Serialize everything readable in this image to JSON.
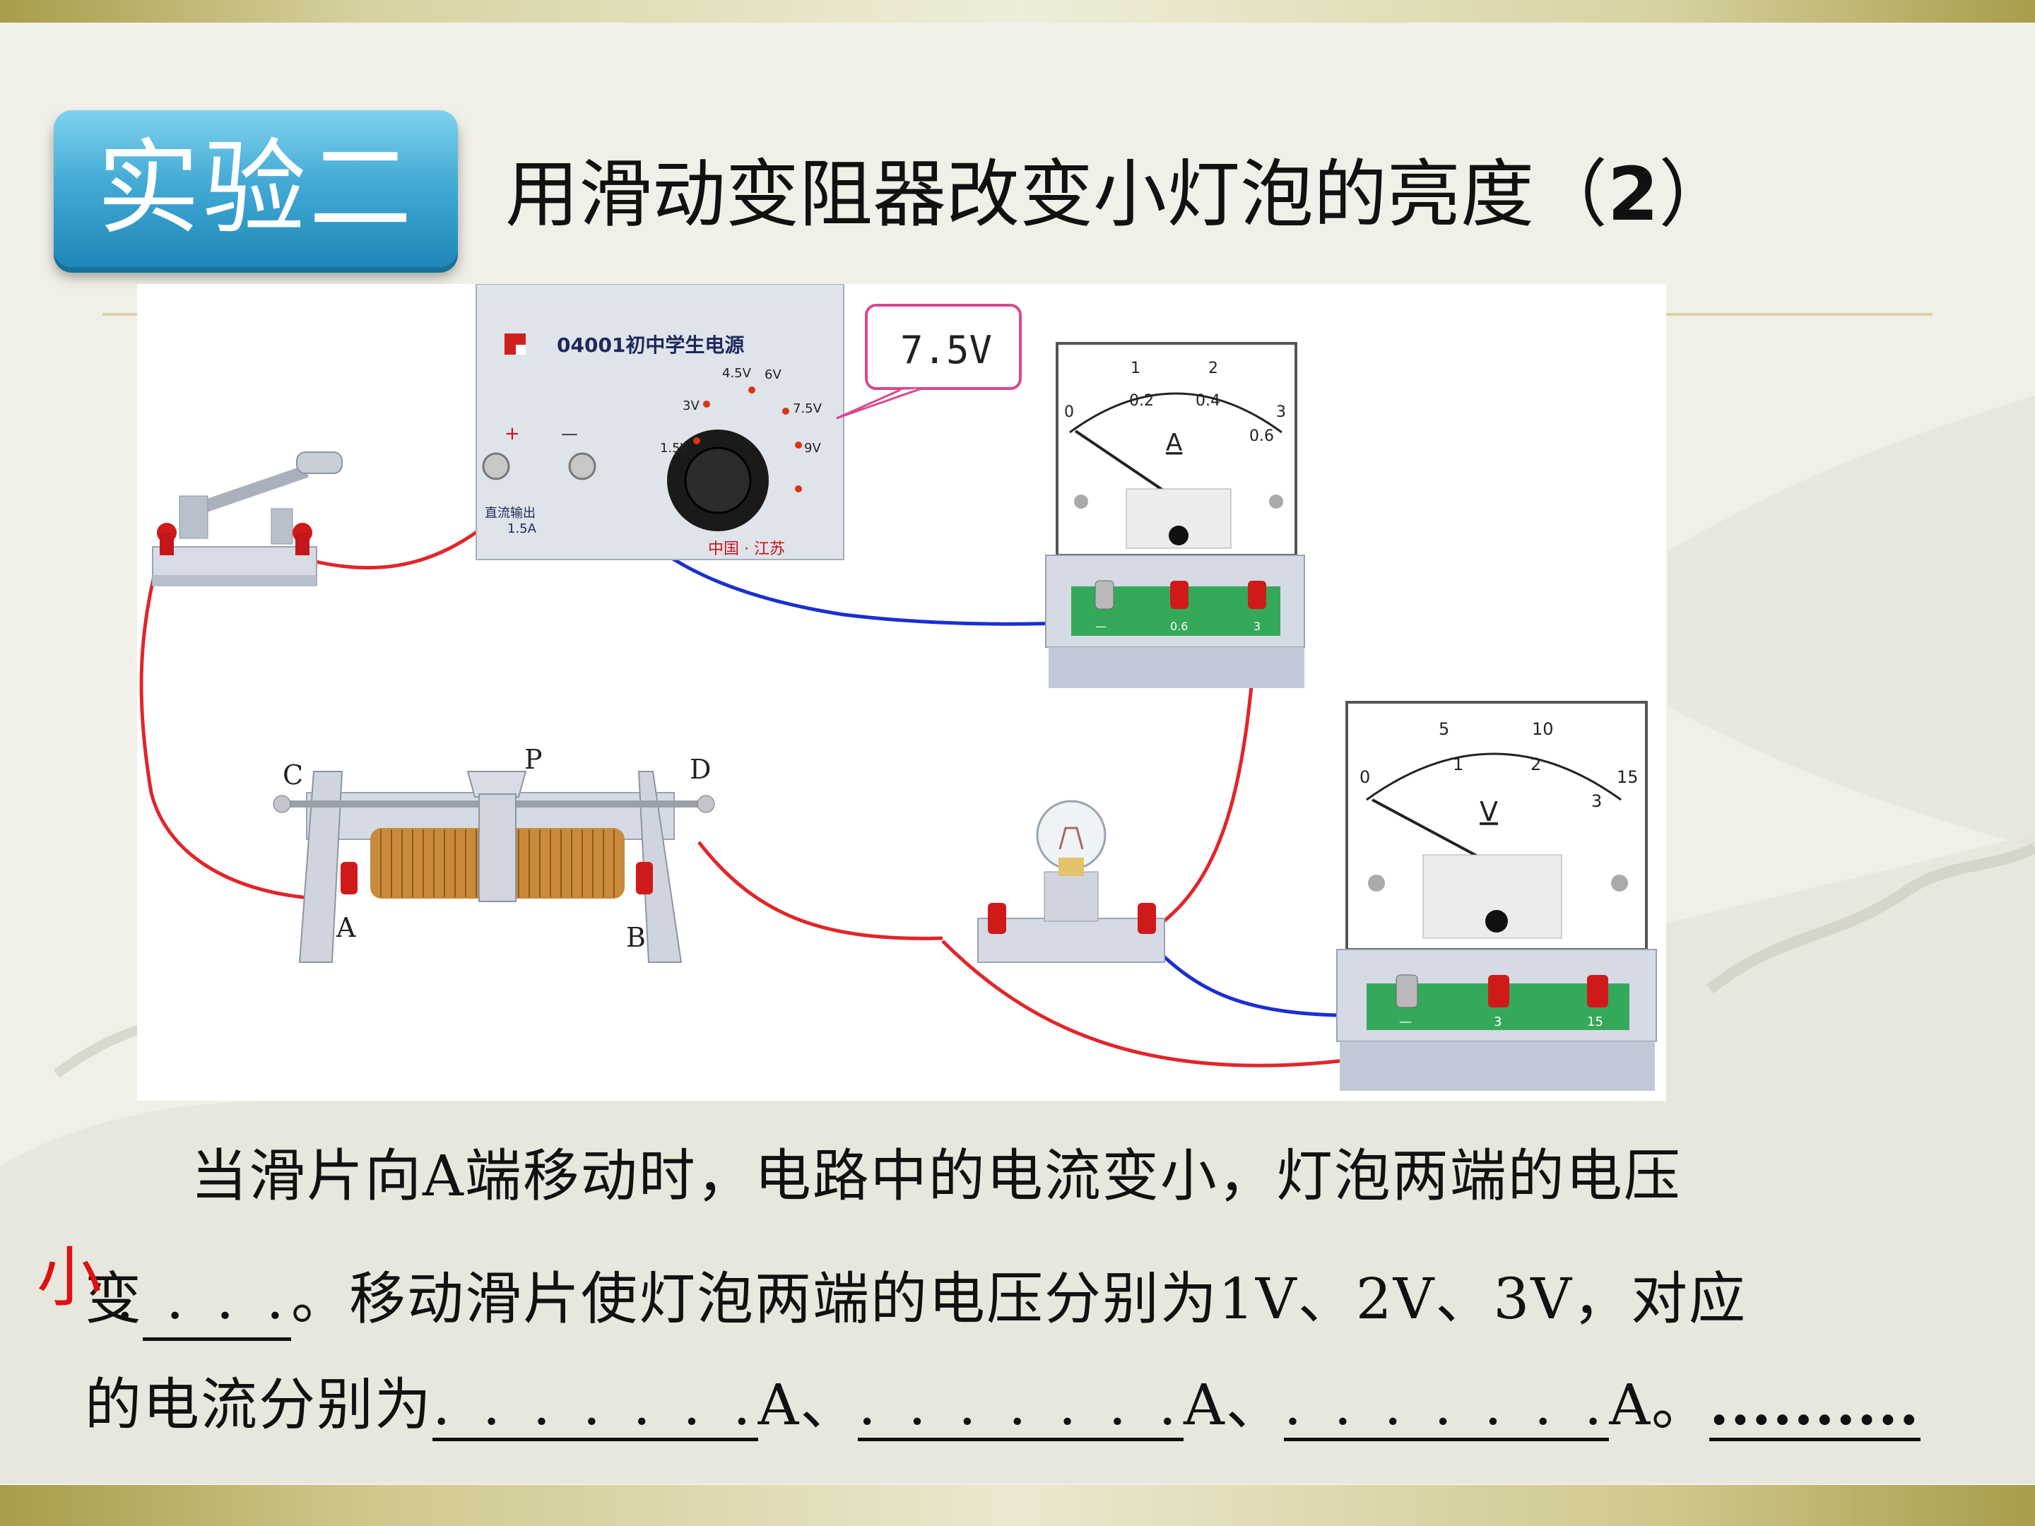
{
  "slide": {
    "badge": "实验二",
    "title_prefix": "用滑动变阻器改变小灯泡的亮度（",
    "title_number": "2",
    "title_suffix": "）"
  },
  "colors": {
    "badge_top": "#7fd2ee",
    "badge_bottom": "#1f86b8",
    "wire_red": "#e0262a",
    "wire_blue": "#1b2fd0",
    "answer_red": "#e01010",
    "callout_pink": "#d9488d"
  },
  "figure": {
    "power_supply_model": "04001初中学生电源",
    "plus_sign": "+",
    "minus_sign": "—",
    "power_output_label": "直流输出",
    "power_output_current": "1.5A",
    "power_origin": "中国 · 江苏",
    "dial_labels": [
      "1.5V",
      "3V",
      "4.5V",
      "6V",
      "7.5V",
      "9V"
    ],
    "callout": "7.5V",
    "ammeter": {
      "unit": "A",
      "top_scale": [
        "0",
        "1",
        "2",
        "3"
      ],
      "bottom_scale": [
        "0.2",
        "0.4",
        "0.6"
      ],
      "terminals": [
        "—",
        "0.6",
        "3"
      ]
    },
    "voltmeter": {
      "unit": "V",
      "top_scale": [
        "0",
        "5",
        "10",
        "15"
      ],
      "bottom_scale": [
        "1",
        "2",
        "3"
      ],
      "terminals": [
        "—",
        "3",
        "15"
      ]
    },
    "rheostat_labels": {
      "c": "C",
      "d": "D",
      "p": "P",
      "a": "A",
      "b": "B"
    },
    "icons": [
      "switch-icon",
      "power-supply-icon",
      "ammeter-icon",
      "voltmeter-icon",
      "rheostat-icon",
      "bulb-icon"
    ]
  },
  "question": {
    "line1": "当滑片向A端移动时，电路中的电流变小，灯泡两端的电压",
    "line2_start": "变",
    "answer": "小",
    "line2_blank_dots": ". . . .",
    "line2_rest": "。移动滑片使灯泡两端的电压分别为1V、2V、3V，对应",
    "line3_start": "的电流分别为",
    "blank1": ". . . . . . .",
    "unit1": "A、",
    "blank2": ". . . . . . .",
    "unit2": "A、",
    "blank3": ". . . . . . .",
    "unit3": "A。",
    "trailing_dots": ".........."
  }
}
